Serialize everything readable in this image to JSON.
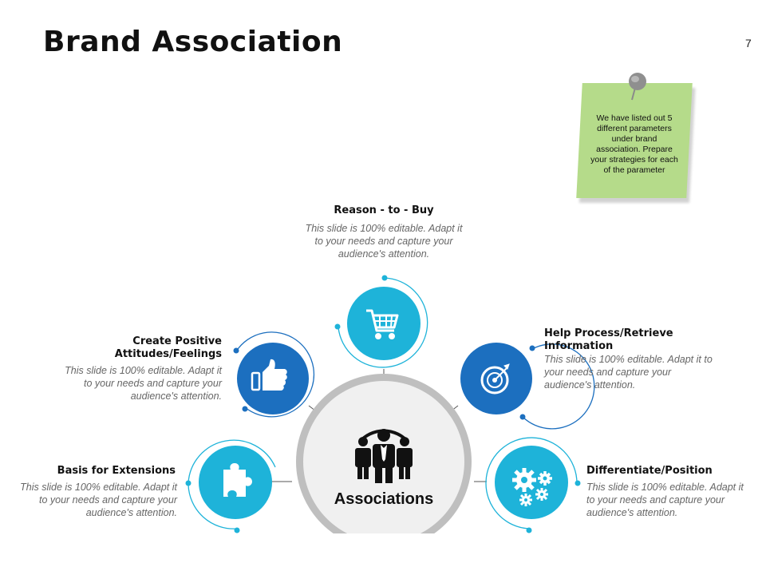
{
  "page": {
    "title": "Brand Association",
    "number": "7"
  },
  "note": {
    "text": "We have listed out 5 different parameters under brand association. Prepare your strategies for each of the parameter"
  },
  "center": {
    "label": "Associations",
    "icon": "people-group-icon"
  },
  "items": [
    {
      "heading": "Reason - to - Buy",
      "desc": "This slide is 100% editable. Adapt it to your needs and capture your audience's attention.",
      "icon": "shopping-cart-icon",
      "color": "#1eb3d9"
    },
    {
      "heading": "Create Positive Attitudes/Feelings",
      "desc": "This slide is 100% editable. Adapt it to your needs and capture your audience's attention.",
      "icon": "thumbs-up-icon",
      "color": "#1c6fbf"
    },
    {
      "heading": "Help Process/Retrieve Information",
      "desc": "This slide is 100% editable. Adapt it to your needs and capture your audience's attention.",
      "icon": "target-icon",
      "color": "#1c6fbf"
    },
    {
      "heading": "Basis for Extensions",
      "desc": "This slide is 100% editable. Adapt it to your needs and capture your audience's attention.",
      "icon": "puzzle-piece-icon",
      "color": "#1eb3d9"
    },
    {
      "heading": "Differentiate/Position",
      "desc": "This slide is 100% editable. Adapt it to your needs and capture your audience's attention.",
      "icon": "gears-icon",
      "color": "#1eb3d9"
    }
  ]
}
